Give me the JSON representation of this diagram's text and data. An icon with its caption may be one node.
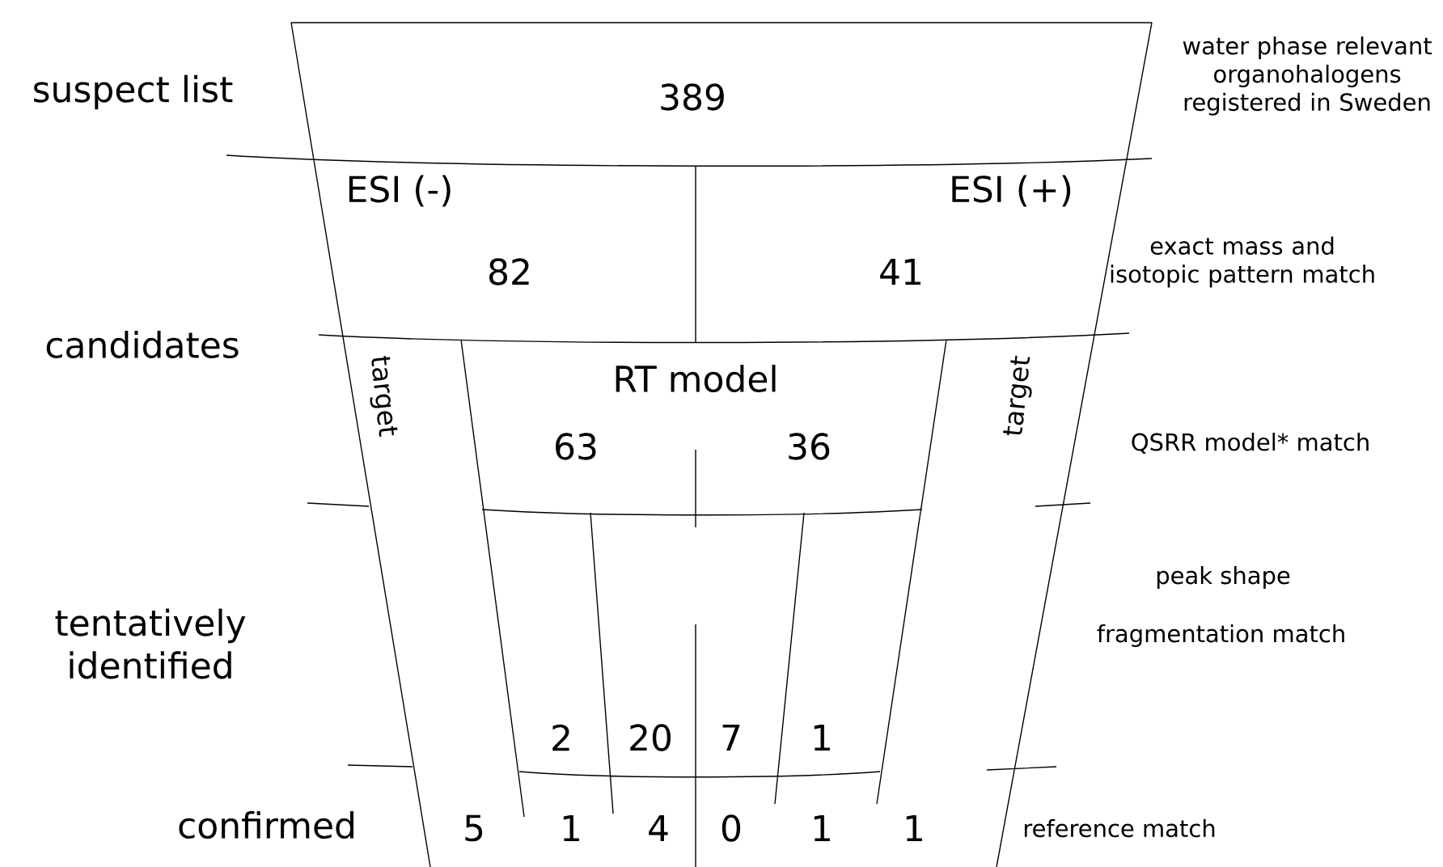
{
  "diagram": {
    "labels": [
      "suspect list",
      "389",
      "water phase relevant organohalogens registered in Sweden",
      "ESI (-)",
      "ESI (+)",
      "82",
      "41",
      "exact mass and isotopic pattern match",
      "candidates",
      "target",
      "RT model",
      "target",
      "63",
      "36",
      "QSRR model* match",
      "tentatively identified",
      "peak shape",
      "fragmentation match",
      "2",
      "20",
      "7",
      "1",
      "confirmed",
      "5",
      "1",
      "4",
      "0",
      "1",
      "1",
      "reference match"
    ]
  }
}
